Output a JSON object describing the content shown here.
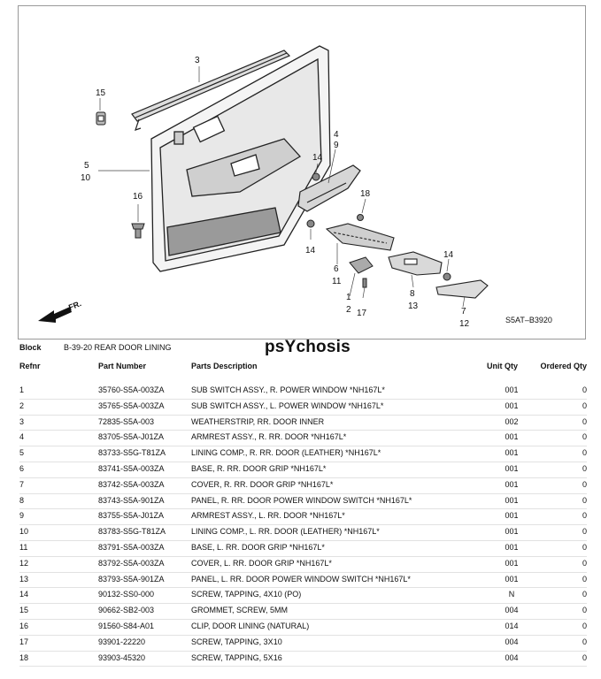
{
  "diagram": {
    "callouts": [
      "3",
      "15",
      "5",
      "10",
      "16",
      "4",
      "9",
      "14",
      "18",
      "14",
      "6",
      "11",
      "1",
      "2",
      "17",
      "8",
      "13",
      "14",
      "7",
      "12"
    ],
    "direction_label": "FR.",
    "diagram_code": "S5AT–B3920"
  },
  "block": {
    "label": "Block",
    "value": "B-39-20 REAR DOOR LINING"
  },
  "watermark": "psYchosis",
  "table": {
    "headers": {
      "refnr": "Refnr",
      "part_number": "Part Number",
      "description": "Parts Description",
      "unit_qty": "Unit Qty",
      "ordered_qty": "Ordered Qty"
    },
    "rows": [
      {
        "refnr": "1",
        "part_number": "35760-S5A-003ZA",
        "description": "SUB SWITCH ASSY., R. POWER WINDOW *NH167L*",
        "unit_qty": "001",
        "ordered_qty": "0"
      },
      {
        "refnr": "2",
        "part_number": "35765-S5A-003ZA",
        "description": "SUB SWITCH ASSY., L. POWER WINDOW *NH167L*",
        "unit_qty": "001",
        "ordered_qty": "0"
      },
      {
        "refnr": "3",
        "part_number": "72835-S5A-003",
        "description": "WEATHERSTRIP, RR. DOOR INNER",
        "unit_qty": "002",
        "ordered_qty": "0"
      },
      {
        "refnr": "4",
        "part_number": "83705-S5A-J01ZA",
        "description": "ARMREST ASSY., R. RR. DOOR *NH167L*",
        "unit_qty": "001",
        "ordered_qty": "0"
      },
      {
        "refnr": "5",
        "part_number": "83733-S5G-T81ZA",
        "description": "LINING COMP., R. RR. DOOR (LEATHER) *NH167L*",
        "unit_qty": "001",
        "ordered_qty": "0"
      },
      {
        "refnr": "6",
        "part_number": "83741-S5A-003ZA",
        "description": "BASE, R. RR. DOOR GRIP *NH167L*",
        "unit_qty": "001",
        "ordered_qty": "0"
      },
      {
        "refnr": "7",
        "part_number": "83742-S5A-003ZA",
        "description": "COVER, R. RR. DOOR GRIP *NH167L*",
        "unit_qty": "001",
        "ordered_qty": "0"
      },
      {
        "refnr": "8",
        "part_number": "83743-S5A-901ZA",
        "description": "PANEL, R. RR. DOOR POWER WINDOW SWITCH *NH167L*",
        "unit_qty": "001",
        "ordered_qty": "0"
      },
      {
        "refnr": "9",
        "part_number": "83755-S5A-J01ZA",
        "description": "ARMREST ASSY., L. RR. DOOR *NH167L*",
        "unit_qty": "001",
        "ordered_qty": "0"
      },
      {
        "refnr": "10",
        "part_number": "83783-S5G-T81ZA",
        "description": "LINING COMP., L. RR. DOOR (LEATHER) *NH167L*",
        "unit_qty": "001",
        "ordered_qty": "0"
      },
      {
        "refnr": "11",
        "part_number": "83791-S5A-003ZA",
        "description": "BASE, L. RR. DOOR GRIP *NH167L*",
        "unit_qty": "001",
        "ordered_qty": "0"
      },
      {
        "refnr": "12",
        "part_number": "83792-S5A-003ZA",
        "description": "COVER, L. RR. DOOR GRIP *NH167L*",
        "unit_qty": "001",
        "ordered_qty": "0"
      },
      {
        "refnr": "13",
        "part_number": "83793-S5A-901ZA",
        "description": "PANEL, L. RR. DOOR POWER WINDOW SWITCH *NH167L*",
        "unit_qty": "001",
        "ordered_qty": "0"
      },
      {
        "refnr": "14",
        "part_number": "90132-SS0-000",
        "description": "SCREW, TAPPING, 4X10 (PO)",
        "unit_qty": "N",
        "ordered_qty": "0"
      },
      {
        "refnr": "15",
        "part_number": "90662-SB2-003",
        "description": "GROMMET, SCREW, 5MM",
        "unit_qty": "004",
        "ordered_qty": "0"
      },
      {
        "refnr": "16",
        "part_number": "91560-S84-A01",
        "description": "CLIP, DOOR LINING (NATURAL)",
        "unit_qty": "014",
        "ordered_qty": "0"
      },
      {
        "refnr": "17",
        "part_number": "93901-22220",
        "description": "SCREW, TAPPING, 3X10",
        "unit_qty": "004",
        "ordered_qty": "0"
      },
      {
        "refnr": "18",
        "part_number": "93903-45320",
        "description": "SCREW, TAPPING, 5X16",
        "unit_qty": "004",
        "ordered_qty": "0"
      }
    ]
  }
}
